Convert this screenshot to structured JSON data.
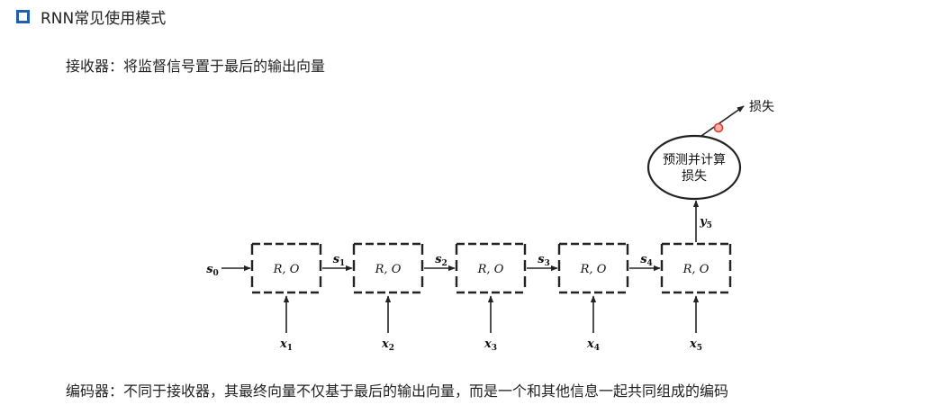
{
  "slide": {
    "title": "RNN常见使用模式"
  },
  "text": {
    "receiver": "接收器：将监督信号置于最后的输出向量",
    "encoder": "编码器：不同于接收器，其最终向量不仅基于最后的输出向量，而是一个和其他信息一起共同组成的编码"
  },
  "diagram": {
    "cell_label": "R, O",
    "initial_state": {
      "base": "s",
      "sub": "0"
    },
    "states": [
      {
        "base": "s",
        "sub": "1"
      },
      {
        "base": "s",
        "sub": "2"
      },
      {
        "base": "s",
        "sub": "3"
      },
      {
        "base": "s",
        "sub": "4"
      }
    ],
    "inputs": [
      {
        "base": "x",
        "sub": "1"
      },
      {
        "base": "x",
        "sub": "2"
      },
      {
        "base": "x",
        "sub": "3"
      },
      {
        "base": "x",
        "sub": "4"
      },
      {
        "base": "x",
        "sub": "5"
      }
    ],
    "output": {
      "base": "y",
      "sub": "5"
    },
    "predict_node": {
      "line1": "预测并计算",
      "line2": "损失"
    },
    "loss_label": "损失"
  }
}
